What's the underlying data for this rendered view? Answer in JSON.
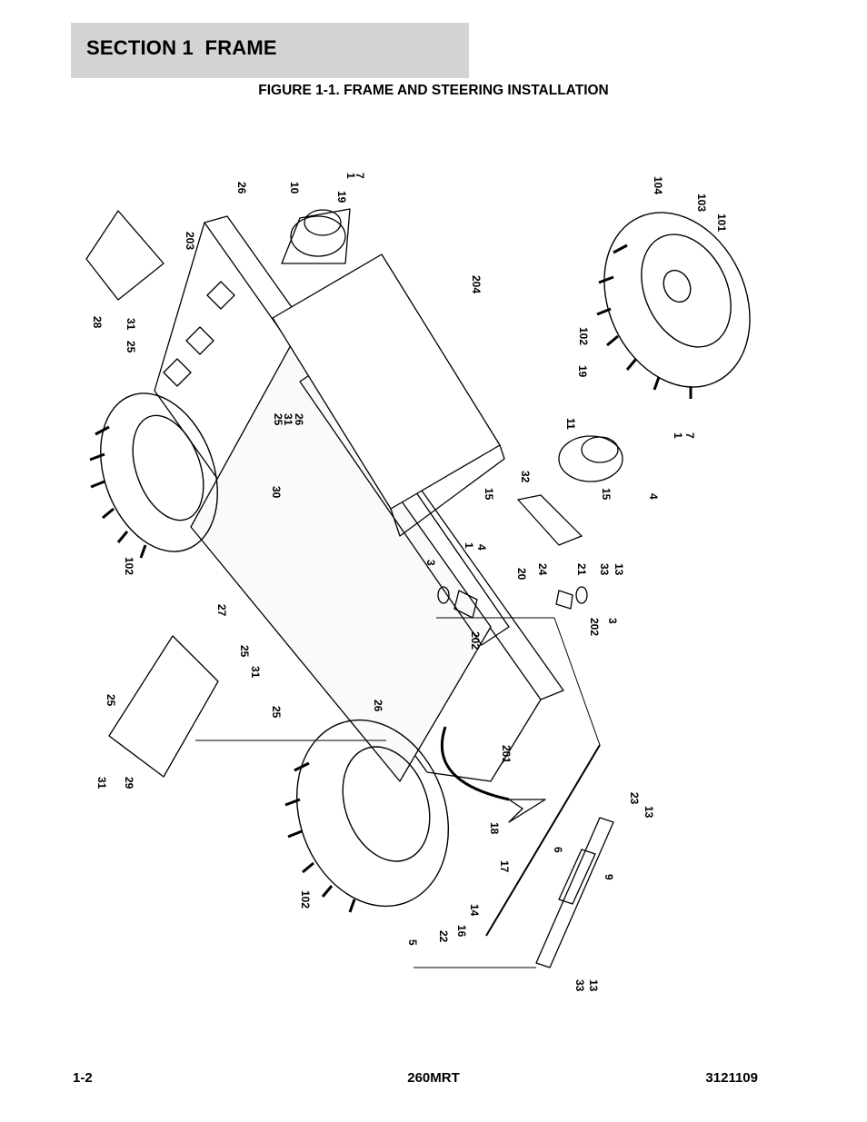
{
  "header": {
    "section_title": "SECTION 1  FRAME",
    "figure_title": "FIGURE 1-1. FRAME AND STEERING INSTALLATION"
  },
  "callouts": [
    "1",
    "7",
    "19",
    "10",
    "26",
    "104",
    "103",
    "101",
    "203",
    "28",
    "31",
    "25",
    "204",
    "102",
    "19",
    "1",
    "7",
    "25",
    "31",
    "26",
    "11",
    "30",
    "102",
    "32",
    "15",
    "15",
    "4",
    "1",
    "4",
    "20",
    "24",
    "21",
    "33",
    "13",
    "3",
    "27",
    "25",
    "202",
    "3",
    "31",
    "25",
    "202",
    "25",
    "26",
    "201",
    "31",
    "29",
    "23",
    "13",
    "18",
    "6",
    "9",
    "17",
    "102",
    "14",
    "5",
    "22",
    "16",
    "33",
    "13"
  ],
  "footer": {
    "page_number": "1-2",
    "model": "260MRT",
    "document_number": "3121109"
  }
}
